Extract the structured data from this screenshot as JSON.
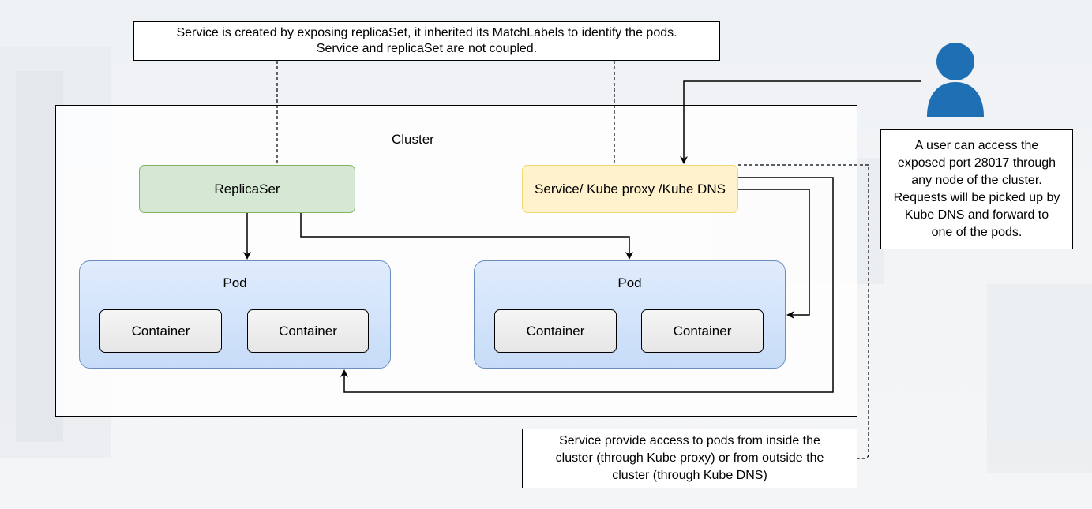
{
  "notes": {
    "service_note": [
      "Service is created by exposing replicaSet, it inherited its MatchLabels to identify the pods.",
      "Service and replicaSet are not coupled."
    ],
    "user_note": [
      "A user can access the",
      "exposed port 28017 through",
      "any node of the cluster.",
      "Requests will be picked up by",
      "Kube DNS and forward to",
      "one of the pods."
    ],
    "access_note": [
      "Service provide access to pods from inside the",
      "cluster (through Kube proxy) or from outside the",
      "cluster (through Kube DNS)"
    ]
  },
  "cluster": {
    "label": "Cluster"
  },
  "replicaset": {
    "label": "ReplicaSer"
  },
  "service": {
    "label": "Service/ Kube proxy /Kube DNS"
  },
  "pods": [
    {
      "title": "Pod",
      "containers": [
        "Container",
        "Container"
      ]
    },
    {
      "title": "Pod",
      "containers": [
        "Container",
        "Container"
      ]
    }
  ],
  "user": {
    "icon": "user-icon"
  },
  "colors": {
    "replicaset_fill": "#d5e8d4",
    "replicaset_stroke": "#82b366",
    "service_fill": "#fff2cc",
    "service_stroke": "#f5d76e",
    "pod_fill": "#dae8fc",
    "pod_stroke": "#6c8ebf",
    "user_icon": "#1f6fb4"
  }
}
